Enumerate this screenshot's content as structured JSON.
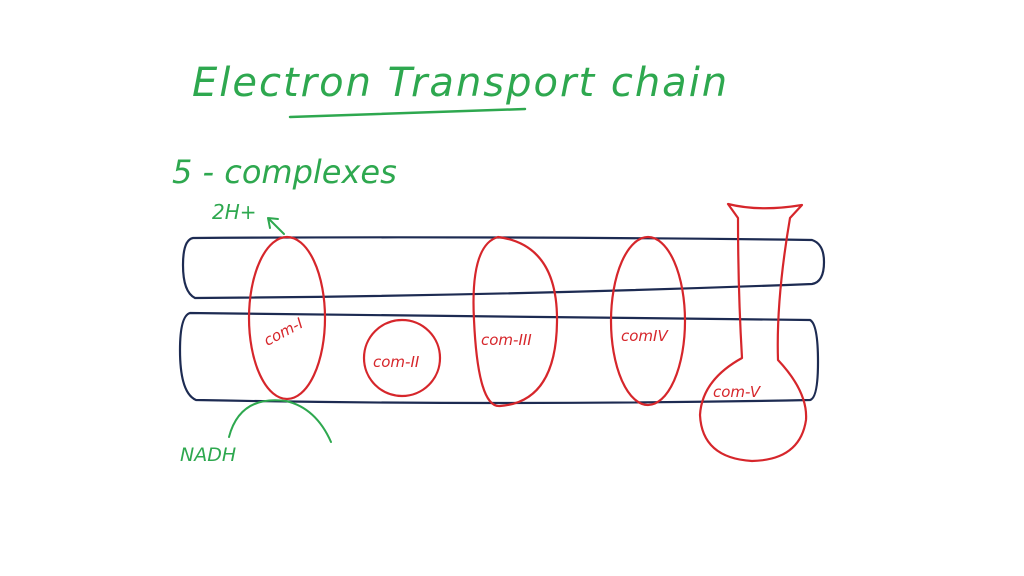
{
  "title": "Electron Transport chain",
  "subtitle": "5 - complexes",
  "proton_label": "2H+",
  "substrate_label": "NADH",
  "complexes": [
    {
      "label": "com-I"
    },
    {
      "label": "com-II"
    },
    {
      "label": "com-III"
    },
    {
      "label": "comIV"
    },
    {
      "label": "com-V"
    }
  ],
  "colors": {
    "heading": "#2ea84f",
    "membrane": "#1d2b52",
    "complex": "#d6262b",
    "background": "#ffffff"
  }
}
